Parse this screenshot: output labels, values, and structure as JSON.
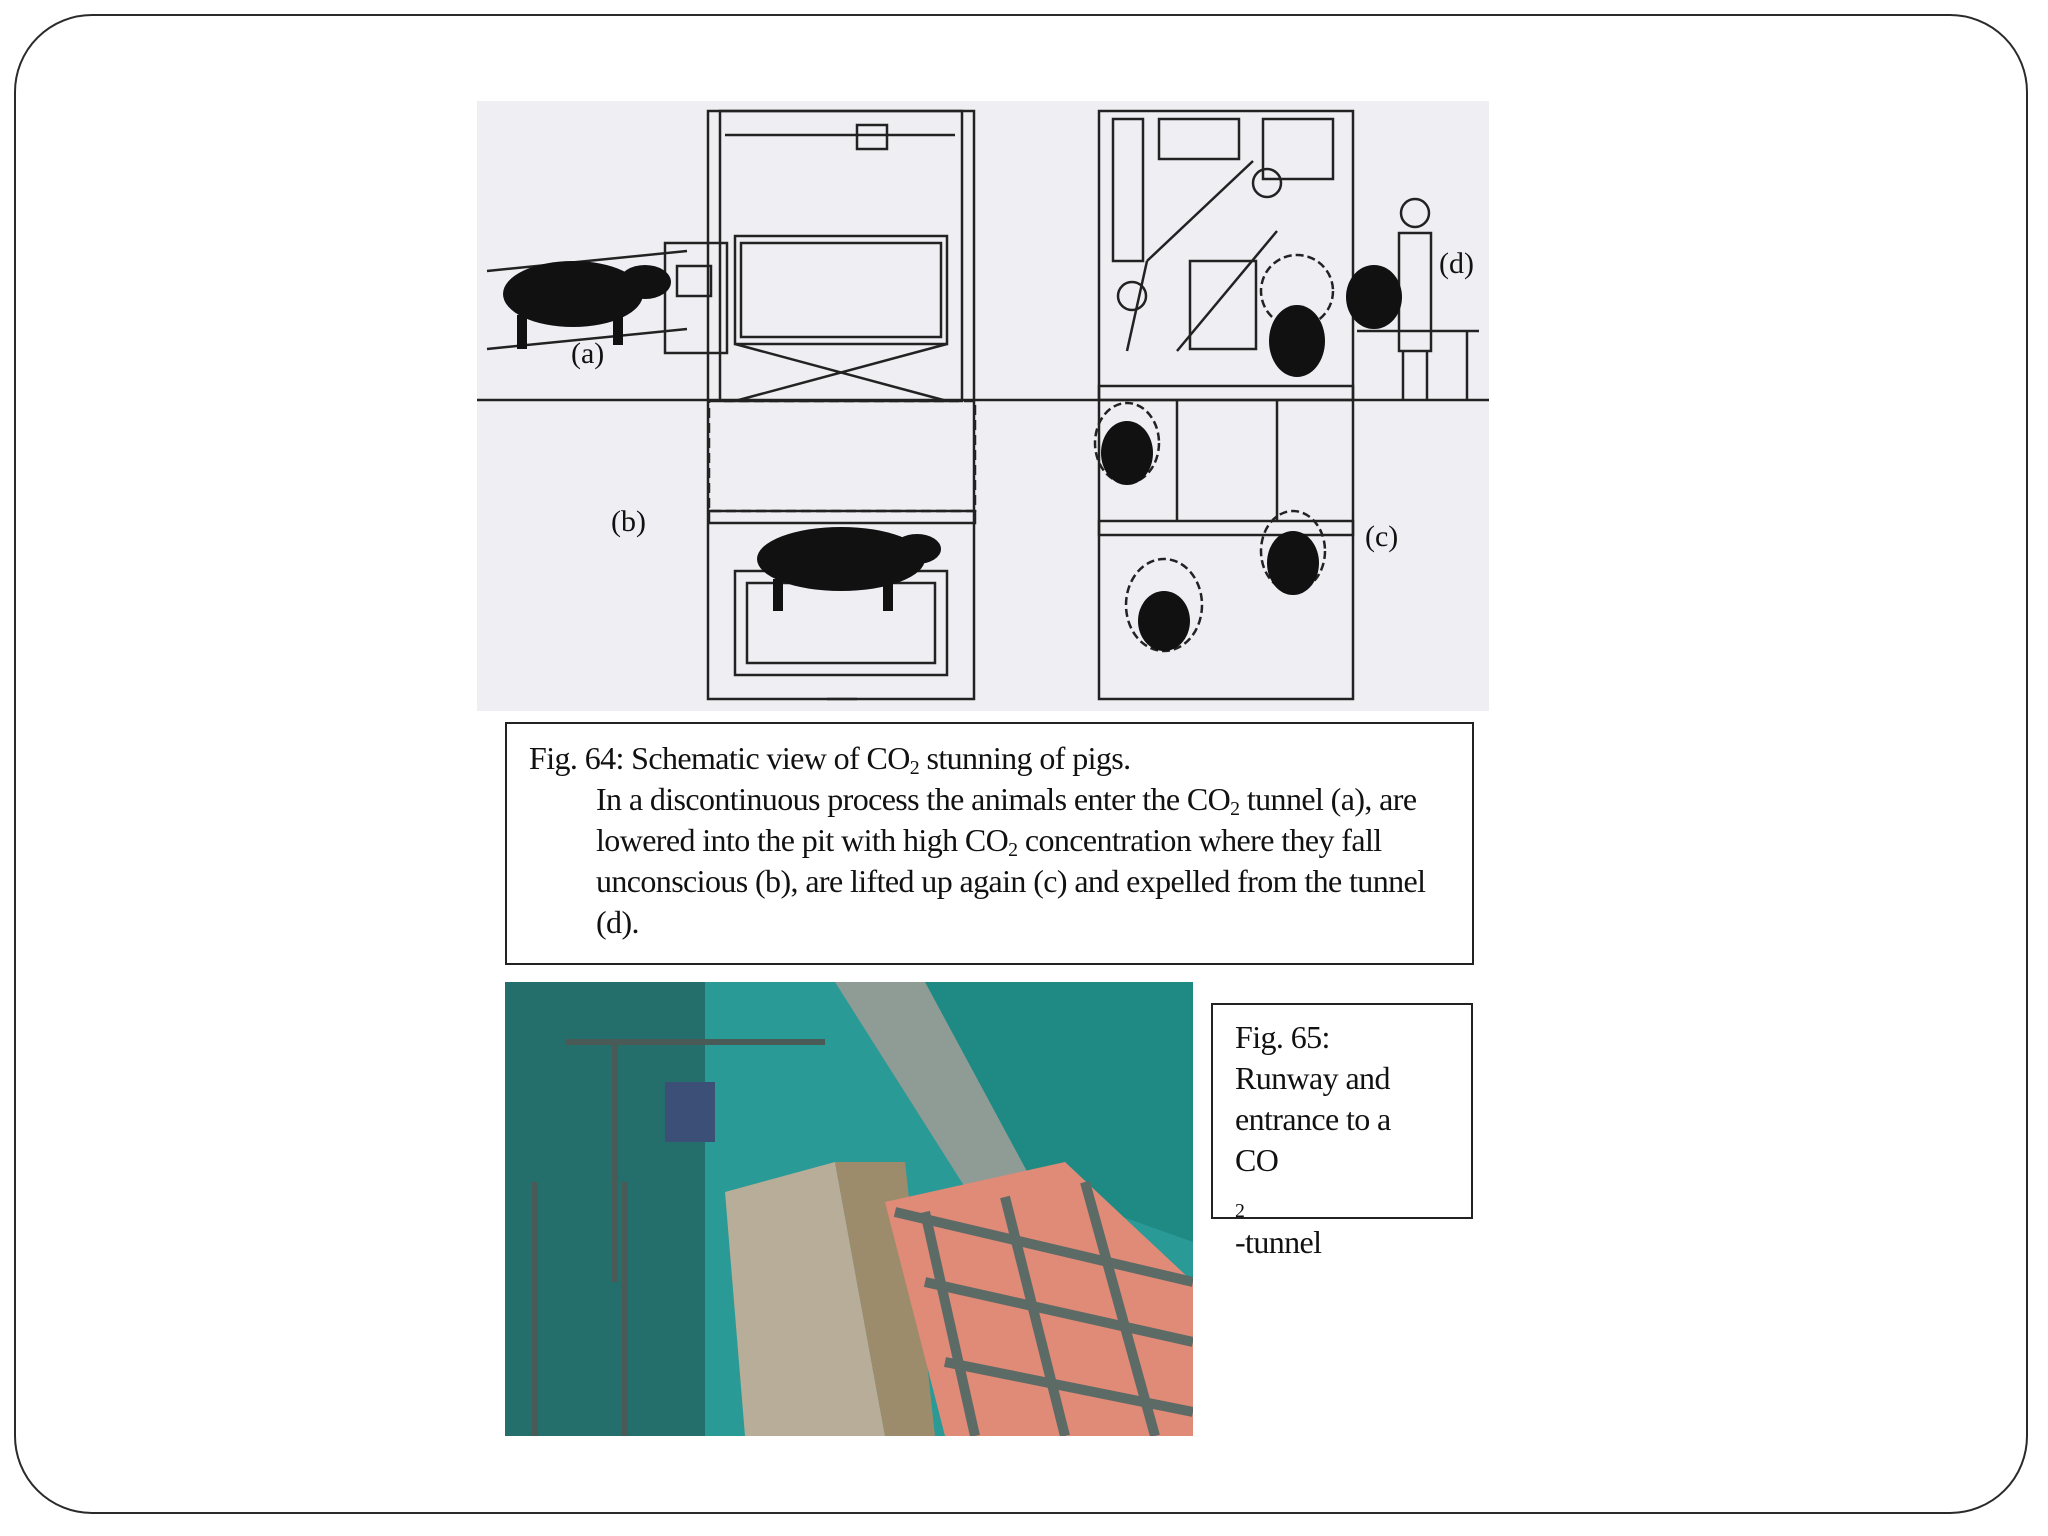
{
  "figure_64": {
    "labels": {
      "a": "(a)",
      "b": "(b)",
      "c": "(c)",
      "d": "(d)"
    },
    "caption": {
      "title_pre": "Fig. 64: Schematic view of CO",
      "title_sub": "2",
      "title_post": " stunning of pigs.",
      "body_1": "In a discontinuous process the animals enter the CO",
      "body_1_sub": "2",
      "body_2": " tunnel (a), are lowered into the pit with high CO",
      "body_2_sub": "2",
      "body_3": " concentration where they fall unconscious (b), are lifted up again (c) and expelled from the tunnel (d)."
    }
  },
  "figure_65": {
    "line_1": "Fig. 65:",
    "line_2": "Runway and",
    "line_3": "entrance to a",
    "line_4_pre": "CO",
    "line_4_sub": "2",
    "line_4_post": "-tunnel"
  },
  "colors": {
    "diagram_background": "#efeef3",
    "photo_teal": "#2a9a96",
    "pig_pink": "#e08a78",
    "ink": "#111111"
  }
}
